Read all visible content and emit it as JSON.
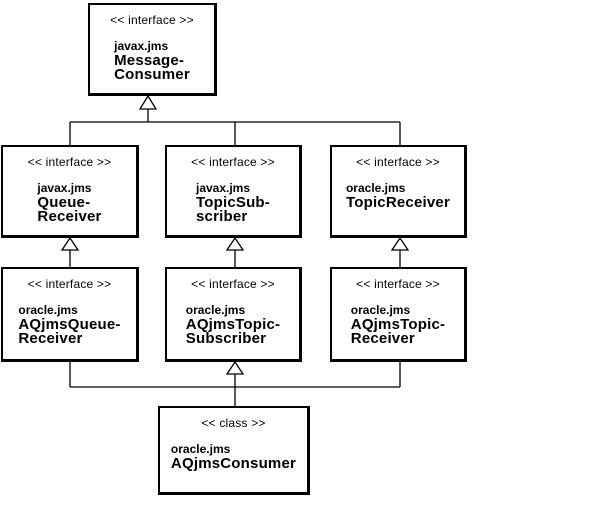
{
  "diagram": {
    "kind": "uml-class-diagram",
    "colors": {
      "background": "#ffffff",
      "line": "#000000",
      "text": "#000000"
    },
    "nodes": [
      {
        "stereotype": "<< interface >>",
        "package": "javax.jms",
        "name_lines": [
          "Message-",
          "Consumer"
        ]
      },
      {
        "stereotype": "<< interface >>",
        "package": "javax.jms",
        "name_lines": [
          "Queue-",
          "Receiver"
        ]
      },
      {
        "stereotype": "<< interface >>",
        "package": "javax.jms",
        "name_lines": [
          "TopicSub-",
          "scriber"
        ]
      },
      {
        "stereotype": "<< interface >>",
        "package": "oracle.jms",
        "name_lines": [
          "TopicReceiver"
        ]
      },
      {
        "stereotype": "<< interface >>",
        "package": "oracle.jms",
        "name_lines": [
          "AQjmsQueue-",
          "Receiver"
        ]
      },
      {
        "stereotype": "<< interface >>",
        "package": "oracle.jms",
        "name_lines": [
          "AQjmsTopic-",
          "Subscriber"
        ]
      },
      {
        "stereotype": "<< interface >>",
        "package": "oracle.jms",
        "name_lines": [
          "AQjmsTopic-",
          "Receiver"
        ]
      },
      {
        "stereotype": "<< class >>",
        "package": "oracle.jms",
        "name_lines": [
          "AQjmsConsumer"
        ]
      }
    ],
    "relations": [
      {
        "from": "javax.jms QueueReceiver",
        "to": "javax.jms MessageConsumer",
        "type": "generalization"
      },
      {
        "from": "javax.jms TopicSubscriber",
        "to": "javax.jms MessageConsumer",
        "type": "generalization"
      },
      {
        "from": "oracle.jms TopicReceiver",
        "to": "javax.jms MessageConsumer",
        "type": "generalization"
      },
      {
        "from": "oracle.jms AQjmsQueueReceiver",
        "to": "javax.jms QueueReceiver",
        "type": "generalization"
      },
      {
        "from": "oracle.jms AQjmsTopicSubscriber",
        "to": "javax.jms TopicSubscriber",
        "type": "generalization"
      },
      {
        "from": "oracle.jms AQjmsTopicReceiver",
        "to": "oracle.jms TopicReceiver",
        "type": "generalization"
      },
      {
        "from": "oracle.jms AQjmsConsumer",
        "to": "oracle.jms AQjmsQueueReceiver",
        "type": "generalization"
      },
      {
        "from": "oracle.jms AQjmsConsumer",
        "to": "oracle.jms AQjmsTopicSubscriber",
        "type": "generalization"
      },
      {
        "from": "oracle.jms AQjmsConsumer",
        "to": "oracle.jms AQjmsTopicReceiver",
        "type": "generalization"
      }
    ]
  }
}
